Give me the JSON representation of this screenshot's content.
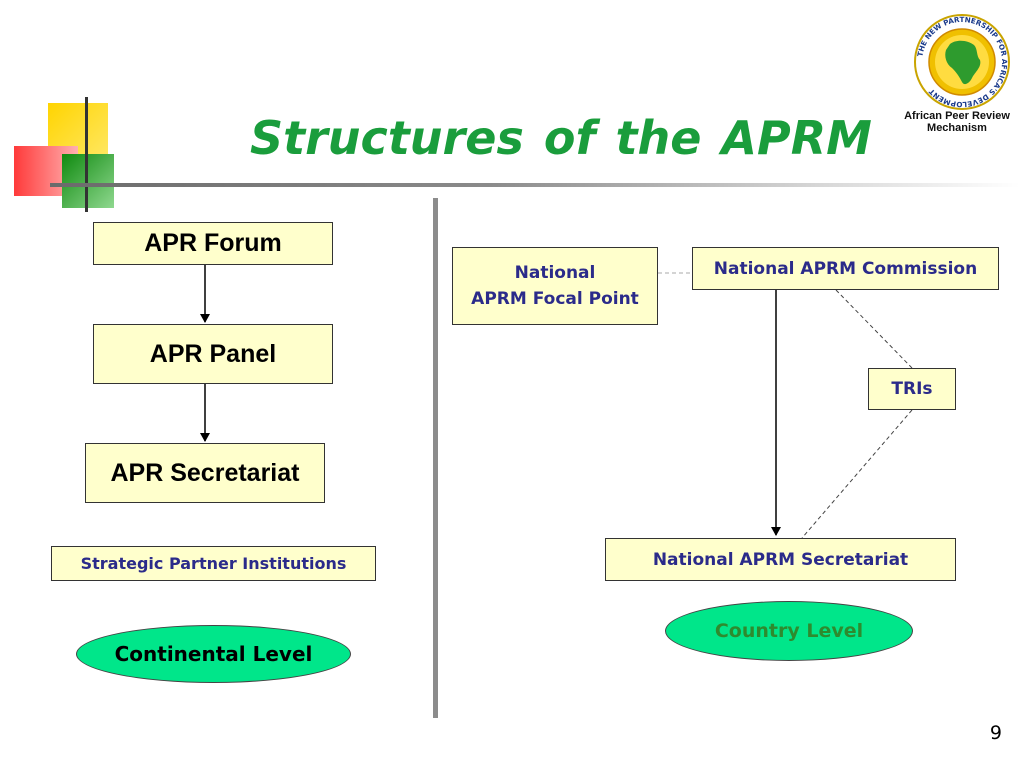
{
  "title": "Structures  of the APRM",
  "logo": {
    "ring_text": "THE NEW PARTNERSHIP FOR AFRICA'S DEVELOPMENT",
    "caption_line1": "African Peer Review",
    "caption_line2": "Mechanism"
  },
  "continental": {
    "forum": "APR Forum",
    "panel": "APR Panel",
    "secretariat": "APR Secretariat",
    "partners": "Strategic Partner Institutions",
    "level": "Continental Level"
  },
  "country": {
    "focal_point_line1": "National",
    "focal_point_line2": "APRM Focal Point",
    "commission": "National APRM Commission",
    "tris": "TRIs",
    "secretariat": "National APRM Secretariat",
    "level": "Country Level"
  },
  "page_number": "9",
  "colors": {
    "title": "#1a9d3c",
    "box_fill": "#ffffcc",
    "country_text": "#2b2b8a",
    "oval_fill": "#00e68a",
    "country_level_text": "#2e8b2e"
  }
}
